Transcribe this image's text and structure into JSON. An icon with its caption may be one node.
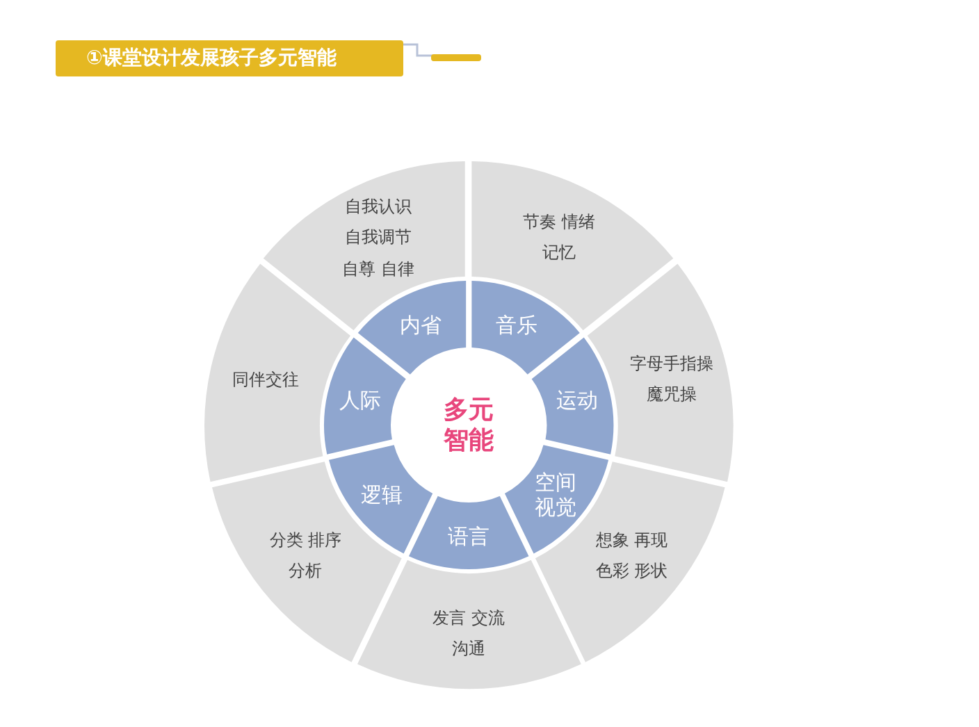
{
  "diagram": {
    "title": "①课堂设计发展孩子多元智能",
    "nodes": [
      {
        "text": [
          "多元智能"
        ]
      },
      {
        "text": [
          "内省"
        ]
      },
      {
        "text": [
          "音乐"
        ]
      },
      {
        "text": [
          "运动"
        ]
      },
      {
        "text": [
          "空间视觉"
        ]
      },
      {
        "text": [
          "语言"
        ]
      },
      {
        "text": [
          "逻辑"
        ]
      },
      {
        "text": [
          "人际"
        ]
      },
      {
        "text": [
          "自我认识",
          "自我调节",
          "自尊 自律"
        ]
      },
      {
        "text": [
          "节奏 情绪",
          "记忆"
        ]
      },
      {
        "text": [
          "字母手指操",
          "魔咒操"
        ]
      },
      {
        "text": [
          "想象 再现",
          "色彩 形状"
        ]
      },
      {
        "text": [
          "发言 交流",
          "沟通"
        ]
      },
      {
        "text": [
          "分类 排序",
          "分析"
        ]
      },
      {
        "text": [
          "同伴交往"
        ]
      }
    ]
  }
}
